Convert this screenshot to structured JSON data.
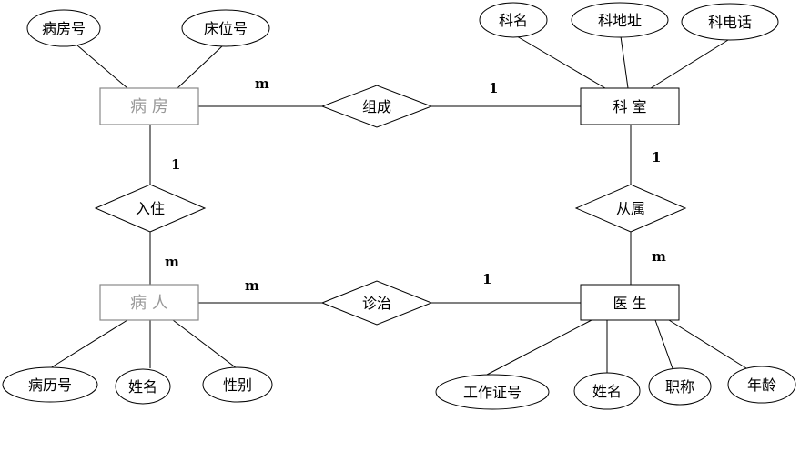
{
  "entities": {
    "ward": "病 房",
    "department": "科 室",
    "patient": "病 人",
    "doctor": "医 生"
  },
  "relationships": {
    "compose": "组成",
    "admit": "入住",
    "belong": "从属",
    "treat": "诊治"
  },
  "attributes": {
    "ward_no": "病房号",
    "bed_no": "床位号",
    "dept_name": "科名",
    "dept_address": "科地址",
    "dept_phone": "科电话",
    "record_no": "病历号",
    "patient_name": "姓名",
    "patient_gender": "性别",
    "work_id": "工作证号",
    "doctor_name": "姓名",
    "title": "职称",
    "age": "年龄"
  },
  "cardinalities": {
    "ward_compose": "m",
    "dept_compose": "1",
    "ward_admit": "1",
    "patient_admit": "m",
    "dept_belong": "1",
    "doctor_belong": "m",
    "patient_treat": "m",
    "doctor_treat": "1"
  }
}
